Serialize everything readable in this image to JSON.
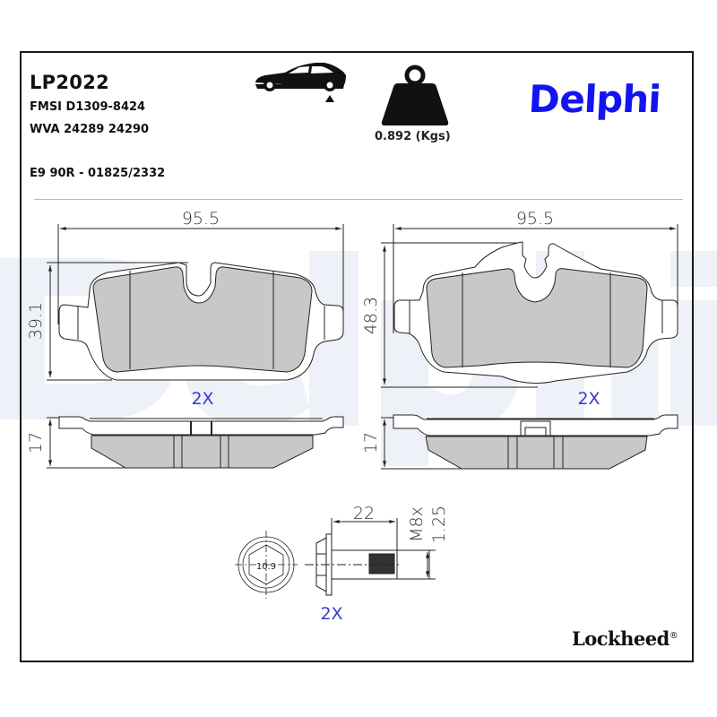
{
  "header": {
    "part_number": "LP2022",
    "fmsi": "FMSI D1309-8424",
    "wva": "WVA 24289 24290",
    "approval": "E9 90R - 01825/2332"
  },
  "icons": {
    "axle": "car-rear-axle-icon",
    "weight": "weight-icon"
  },
  "weight": {
    "label": "0.892 (Kgs)",
    "value": 0.892,
    "unit": "Kgs"
  },
  "brand": {
    "name": "Delphi",
    "color": "#1414f0",
    "watermark_color": "#eef1f8"
  },
  "footer": {
    "brand": "Lockheed",
    "trademark": "®"
  },
  "pads": {
    "left": {
      "width": "95.5",
      "height": "39.1",
      "thickness": "17",
      "quantity": "2X"
    },
    "right": {
      "width": "95.5",
      "height": "48.3",
      "thickness": "17",
      "quantity": "2X"
    }
  },
  "bolt": {
    "grade": "10.9",
    "length": "22",
    "thread": "M8x",
    "pitch": "1.25",
    "quantity": "2X"
  },
  "colors": {
    "pad_fill": "#c8c8c8",
    "line": "#222222",
    "quantity_text": "#3a3ad0"
  }
}
